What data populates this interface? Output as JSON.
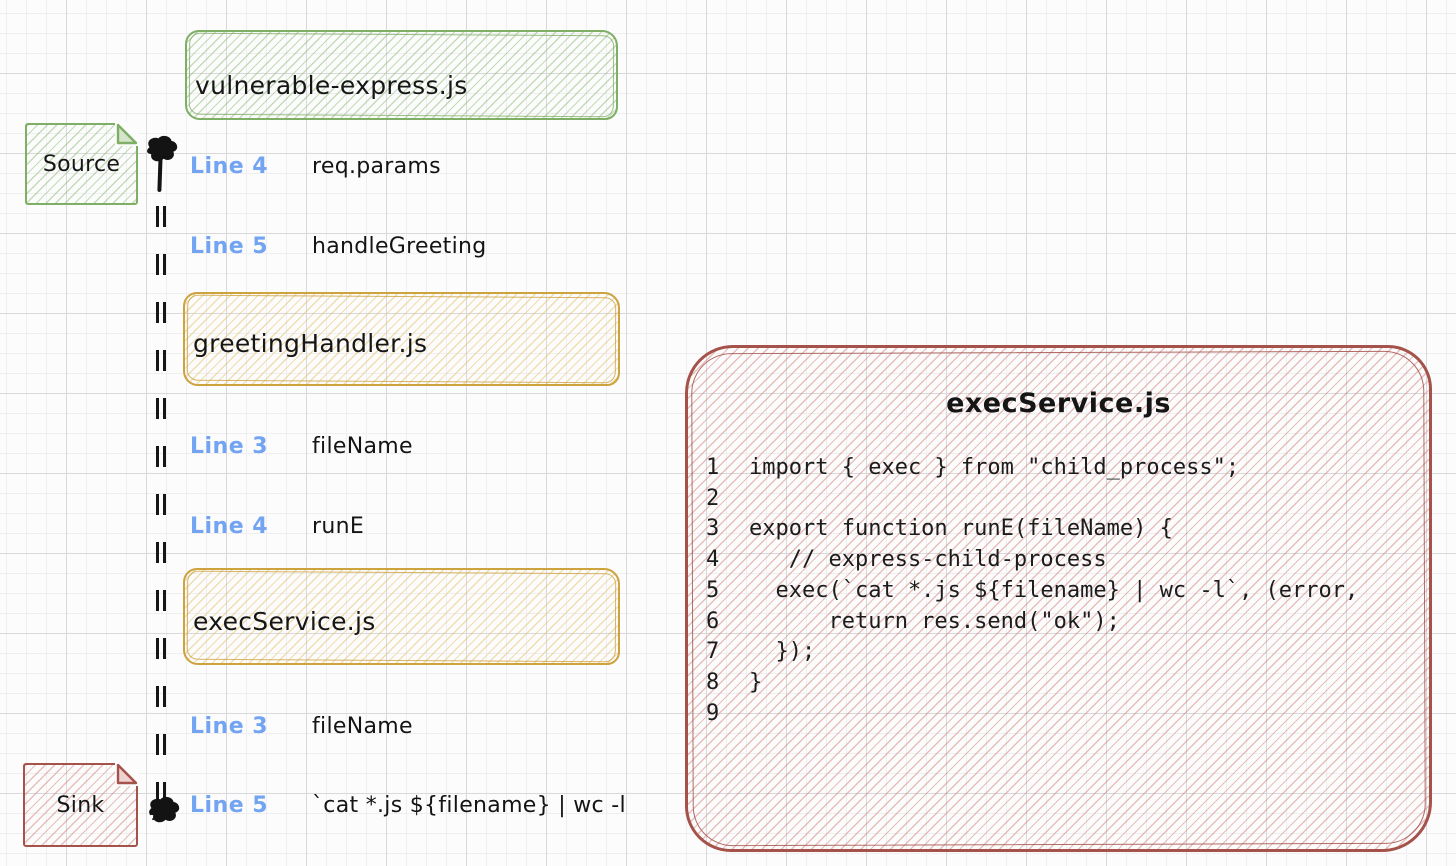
{
  "colors": {
    "green_border": "#7fae65",
    "yellow_border": "#cda33e",
    "red_border": "#a5524b",
    "blue_line_label": "#72a4f1",
    "ink": "#161616"
  },
  "file_boxes": {
    "vulnerable_express": {
      "label": "vulnerable-express.js"
    },
    "greeting_handler": {
      "label": "greetingHandler.js"
    },
    "exec_service": {
      "label": "execService.js"
    }
  },
  "source_note": {
    "label": "Source"
  },
  "sink_note": {
    "label": "Sink"
  },
  "trace_steps": [
    {
      "line": "Line 4",
      "symbol": "req.params"
    },
    {
      "line": "Line 5",
      "symbol": "handleGreeting"
    },
    {
      "line": "Line 3",
      "symbol": "fileName"
    },
    {
      "line": "Line 4",
      "symbol": "runE"
    },
    {
      "line": "Line 3",
      "symbol": "fileName"
    },
    {
      "line": "Line 5",
      "symbol": "`cat *.js ${filename} | wc -l"
    }
  ],
  "code_panel": {
    "title": "execService.js",
    "lines": [
      {
        "num": "1",
        "code": "import { exec } from \"child_process\";"
      },
      {
        "num": "2",
        "code": ""
      },
      {
        "num": "3",
        "code": "export function runE(fileName) {"
      },
      {
        "num": "4",
        "code": "   // express-child-process"
      },
      {
        "num": "5",
        "code": "  exec(`cat *.js ${filename} | wc -l`, (error,"
      },
      {
        "num": "6",
        "code": "      return res.send(\"ok\");"
      },
      {
        "num": "7",
        "code": "  });"
      },
      {
        "num": "8",
        "code": "}"
      },
      {
        "num": "9",
        "code": ""
      }
    ]
  }
}
